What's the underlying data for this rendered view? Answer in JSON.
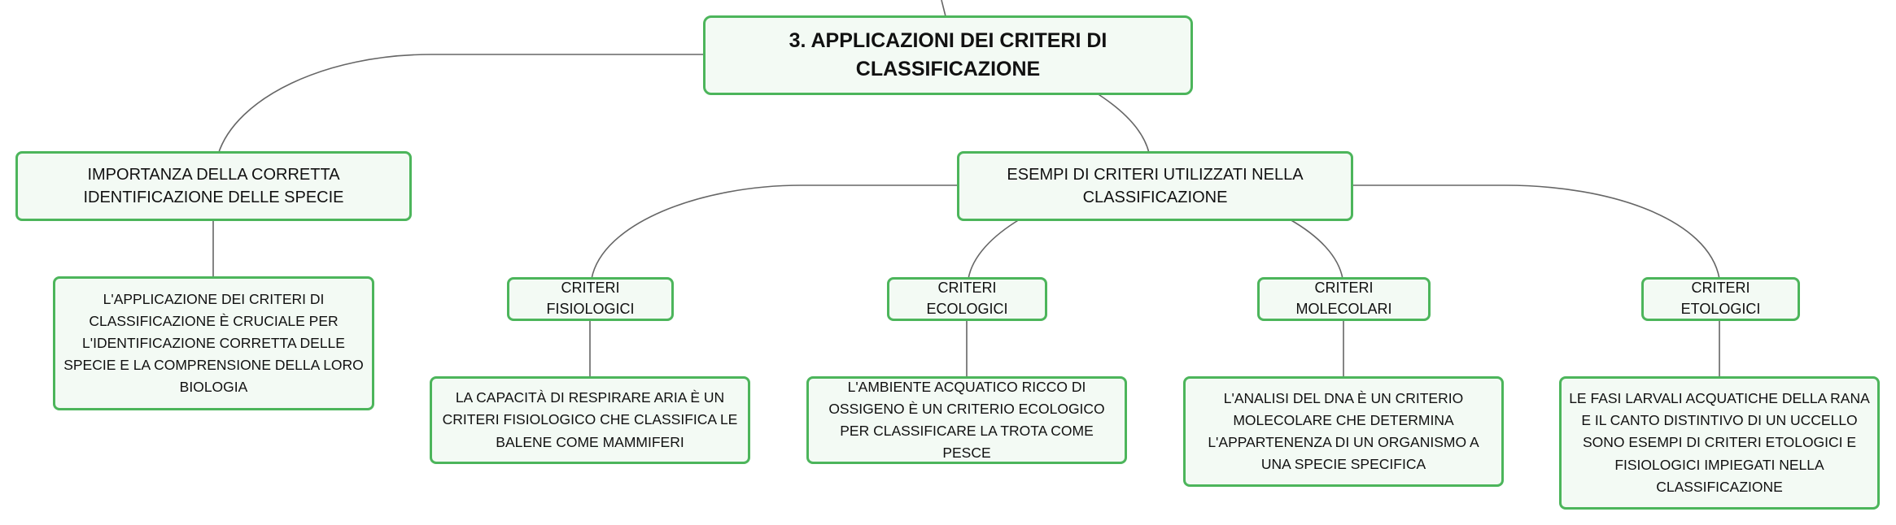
{
  "mindmap": {
    "root": {
      "label": "3. APPLICAZIONI DEI CRITERI DI CLASSIFICAZIONE"
    },
    "importance": {
      "label": "IMPORTANZA DELLA CORRETTA IDENTIFICAZIONE DELLE SPECIE",
      "detail": "L'APPLICAZIONE DEI CRITERI DI CLASSIFICAZIONE È CRUCIALE PER L'IDENTIFICAZIONE CORRETTA DELLE SPECIE E LA COMPRENSIONE DELLA LORO BIOLOGIA"
    },
    "examples": {
      "label": "ESEMPI DI CRITERI UTILIZZATI NELLA CLASSIFICAZIONE",
      "criteria": [
        {
          "label": "CRITERI FISIOLOGICI",
          "detail": "LA CAPACITÀ DI RESPIRARE ARIA È UN CRITERI FISIOLOGICO CHE CLASSIFICA LE BALENE COME MAMMIFERI"
        },
        {
          "label": "CRITERI ECOLOGICI",
          "detail": "L'AMBIENTE ACQUATICO RICCO DI OSSIGENO È UN CRITERIO ECOLOGICO PER CLASSIFICARE LA TROTA COME PESCE"
        },
        {
          "label": "CRITERI MOLECOLARI",
          "detail": "L'ANALISI DEL DNA È UN CRITERIO MOLECOLARE CHE DETERMINA L'APPARTENENZA DI UN ORGANISMO A UNA SPECIE SPECIFICA"
        },
        {
          "label": "CRITERI ETOLOGICI",
          "detail": "LE FASI LARVALI ACQUATICHE DELLA RANA E IL CANTO DISTINTIVO DI UN UCCELLO SONO ESEMPI DI CRITERI ETOLOGICI E FISIOLOGICI IMPIEGATI NELLA CLASSIFICAZIONE"
        }
      ]
    },
    "colors": {
      "node_border": "#4cb55b",
      "node_fill": "#f3faf4",
      "connector": "#666666",
      "text": "#111111"
    }
  }
}
